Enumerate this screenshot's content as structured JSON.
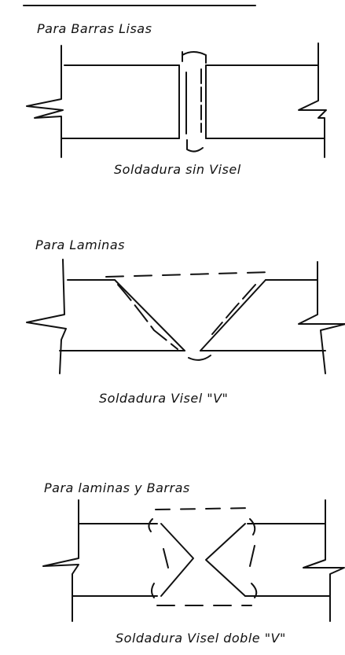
{
  "sections": [
    {
      "title": "Para Barras Lisas",
      "caption": "Soldadura sin Visel"
    },
    {
      "title": "Para Laminas",
      "caption": "Soldadura Visel \"V\""
    },
    {
      "title": "Para laminas y Barras",
      "caption": "Soldadura Visel doble \"V\""
    }
  ],
  "colors": {
    "ink": "#111111",
    "background": "#ffffff"
  }
}
